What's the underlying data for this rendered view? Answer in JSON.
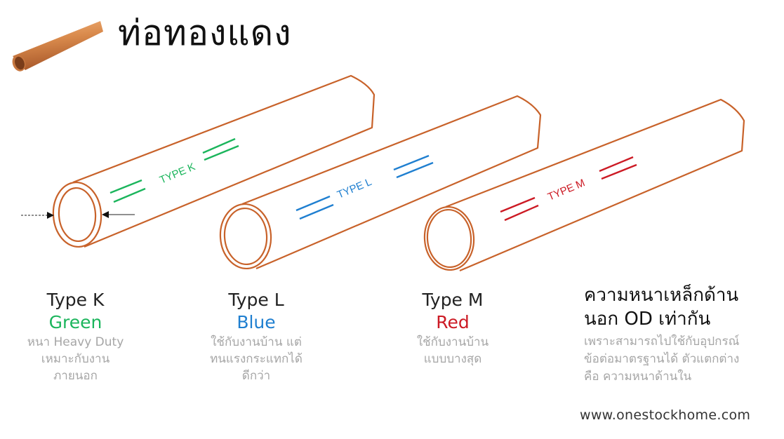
{
  "header": {
    "title": "ท่อทองแดง",
    "icon": "copper-pipe-photo"
  },
  "colors": {
    "pipe_outline": "#c8622a",
    "type_k": "#1bb55c",
    "type_l": "#1f7fd0",
    "type_m": "#cc1a24",
    "desc_text": "#a6a6a6"
  },
  "pipes": [
    {
      "label": "TYPE K",
      "marker_color": "#1bb55c"
    },
    {
      "label": "TYPE L",
      "marker_color": "#1f7fd0"
    },
    {
      "label": "TYPE M",
      "marker_color": "#cc1a24"
    }
  ],
  "columns": [
    {
      "type": "Type K",
      "color_name": "Green",
      "color": "#1bb55c",
      "desc": [
        "หนา Heavy Duty",
        "เหมาะกับงาน",
        "ภายนอก"
      ]
    },
    {
      "type": "Type L",
      "color_name": "Blue",
      "color": "#1f7fd0",
      "desc": [
        "ใช้กับงานบ้าน แต่",
        "ทนแรงกระแทกได้",
        "ดีกว่า"
      ]
    },
    {
      "type": "Type M",
      "color_name": "Red",
      "color": "#cc1a24",
      "desc": [
        "ใช้กับงานบ้าน",
        "แบบบางสุด"
      ]
    }
  ],
  "note": {
    "heading": [
      "ความหนาเหล็กด้าน",
      "นอก OD เท่ากัน"
    ],
    "body": [
      "เพราะสามารถไปใช้กับอุปกรณ์",
      "ข้อต่อมาตรฐานได้ ตัวแตกต่าง",
      "คือ ความหนาด้านใน"
    ]
  },
  "footer": {
    "website": "www.onestockhome.com"
  }
}
